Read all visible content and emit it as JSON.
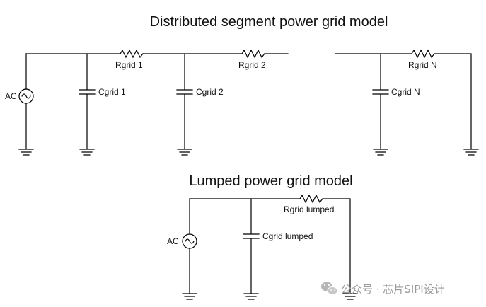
{
  "distributed": {
    "title": "Distributed segment power grid model",
    "source_label": "AC",
    "resistors": [
      "Rgrid 1",
      "Rgrid 2",
      "Rgrid N"
    ],
    "capacitors": [
      "Cgrid 1",
      "Cgrid 2",
      "Cgrid N"
    ]
  },
  "lumped": {
    "title": "Lumped power grid model",
    "source_label": "AC",
    "resistor": "Rgrid lumped",
    "capacitor": "Cgrid lumped"
  },
  "watermark": {
    "text": "公众号 · 芯片SIPI设计",
    "icon": "wechat-icon"
  }
}
